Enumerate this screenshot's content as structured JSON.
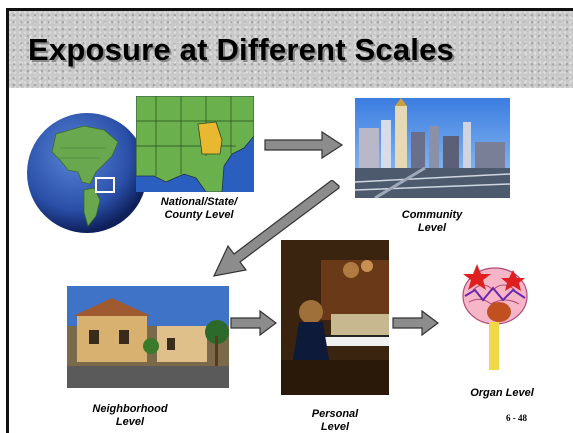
{
  "title": "Exposure at Different Scales",
  "labels": {
    "national": "National/State/\nCounty Level",
    "community": "Community\nLevel",
    "neighborhood": "Neighborhood\nLevel",
    "personal": "Personal\nLevel",
    "organ": "Organ Level"
  },
  "page_number": "6 - 48",
  "colors": {
    "title_background": "#c9c9c9",
    "arrow_fill": "#8c8c8c",
    "arrow_stroke": "#333333",
    "georgia_highlight": "#e8b830"
  },
  "icons": [
    "globe-image",
    "us-map-image",
    "city-skyline-image",
    "neighborhood-image",
    "girl-piano-image",
    "brain-clipart"
  ]
}
